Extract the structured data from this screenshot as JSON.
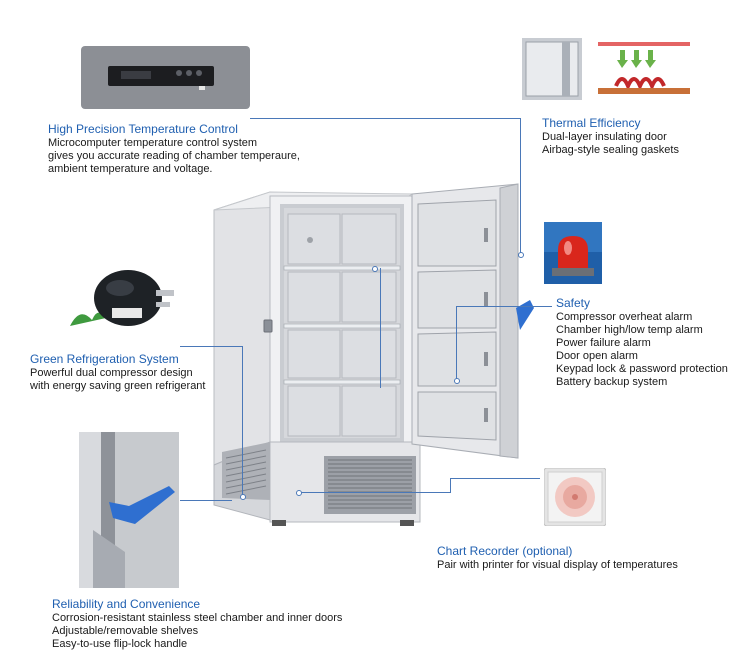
{
  "features": {
    "temperature_control": {
      "title": "High Precision Temperature Control",
      "lines": [
        "Microcomputer temperature control system",
        "gives you accurate reading of chamber temperaure,",
        "ambient temperature and voltage."
      ],
      "icon": "control-panel-icon"
    },
    "thermal_efficiency": {
      "title": "Thermal Efficiency",
      "lines": [
        "Dual-layer insulating door",
        "Airbag-style sealing gaskets"
      ],
      "icon": "door-gasket-icon"
    },
    "safety": {
      "title": "Safety",
      "lines": [
        "Compressor overheat alarm",
        "Chamber high/low temp alarm",
        "Power failure alarm",
        "Door open alarm",
        "Keypad lock & password protection",
        "Battery backup system"
      ],
      "icon": "alarm-siren-icon"
    },
    "green_refrigeration": {
      "title": "Green Refrigeration System",
      "lines": [
        "Powerful dual compressor design",
        "with energy saving green refrigerant"
      ],
      "icon": "compressor-icon"
    },
    "chart_recorder": {
      "title": "Chart Recorder (optional)",
      "lines": [
        "Pair with printer for visual display of temperatures"
      ],
      "icon": "chart-recorder-icon"
    },
    "reliability": {
      "title": "Reliability and Convenience",
      "lines": [
        "Corrosion-resistant stainless steel chamber and inner doors",
        "Adjustable/removable shelves",
        "Easy-to-use flip-lock handle"
      ],
      "icon": "flip-lock-handle-icon"
    }
  },
  "colors": {
    "title_blue": "#1f5fb0",
    "leader_line": "#4a78b8",
    "handle_blue": "#2f6fd0",
    "alarm_red": "#d9261c"
  }
}
